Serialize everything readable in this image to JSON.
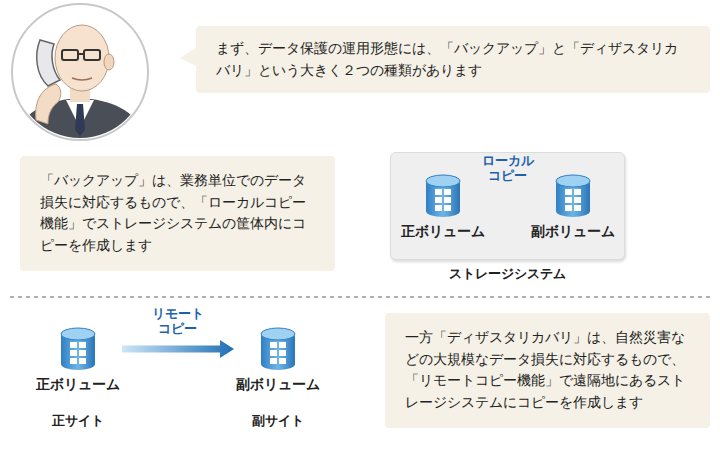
{
  "diagram": {
    "nodes": [
      {
        "text": [
          "まず、データ保護の運用形態には、「バックアップ」と「ディザスタリカバリ」という大きく２つの種類があります"
        ]
      },
      {
        "text": [
          "「バックアップ」は、業務単位でのデータ損失に対応するもので、「ローカルコピー機能」でストレージシステムの筐体内にコピーを作成します"
        ]
      },
      {
        "text": [
          "ストレージシステム"
        ]
      },
      {
        "text": [
          "正ボリューム"
        ],
        "in": 2
      },
      {
        "text": [
          "副ボリューム"
        ],
        "in": 2
      },
      {
        "text": [
          "正ボリューム",
          "正サイト"
        ]
      },
      {
        "text": [
          "副ボリューム",
          "副サイト"
        ]
      },
      {
        "text": [
          "一方「ディザスタリカバリ」は、自然災害などの大規模なデータ損失に対応するもので、「リモートコピー機能」で遠隔地にあるストレージシステムにコピーを作成します"
        ]
      }
    ],
    "edges": [
      {
        "from": 3,
        "to": 4,
        "arrow": "to",
        "label": "ローカル コピー"
      },
      {
        "from": 5,
        "to": 6,
        "arrow": "to",
        "label": "リモート コピー"
      }
    ]
  }
}
